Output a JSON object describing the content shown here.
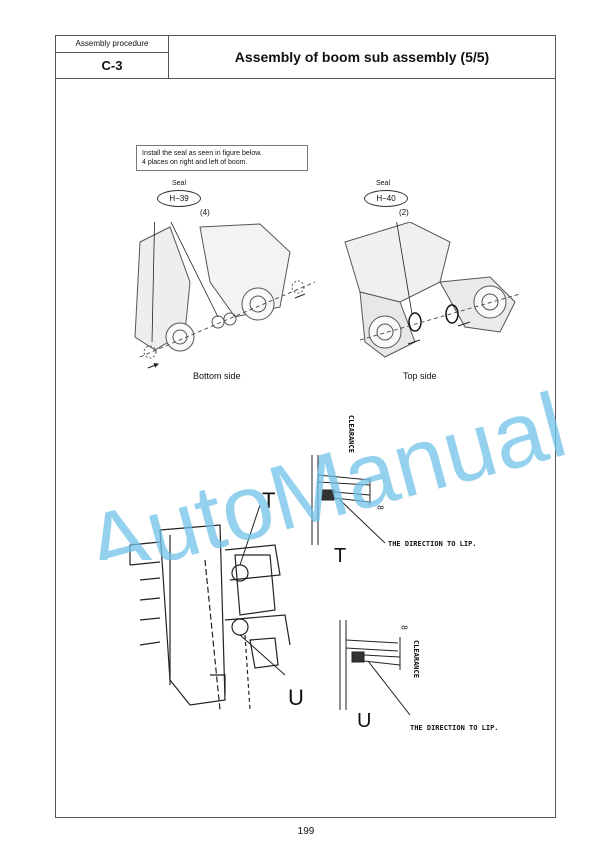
{
  "header": {
    "procedure_label": "Assembly procedure",
    "procedure_code": "C-3",
    "title": "Assembly of boom sub assembly (5/5)"
  },
  "note": {
    "line1": "Install the seal as seen in figure below.",
    "line2": "4 places on right and left of boom."
  },
  "figure_left": {
    "seal_label": "Seal",
    "part_no": "H−39",
    "qty": "(4)",
    "caption": "Bottom side"
  },
  "figure_right": {
    "seal_label": "Seal",
    "part_no": "H−40",
    "qty": "(2)",
    "caption": "Top side"
  },
  "detail": {
    "label_t": "T",
    "label_u": "U",
    "clearance": "CLEARANCE",
    "eight": "8",
    "direction_text": "THE DIRECTION TO LIP."
  },
  "watermark": "AutoManual",
  "page_number": "199"
}
